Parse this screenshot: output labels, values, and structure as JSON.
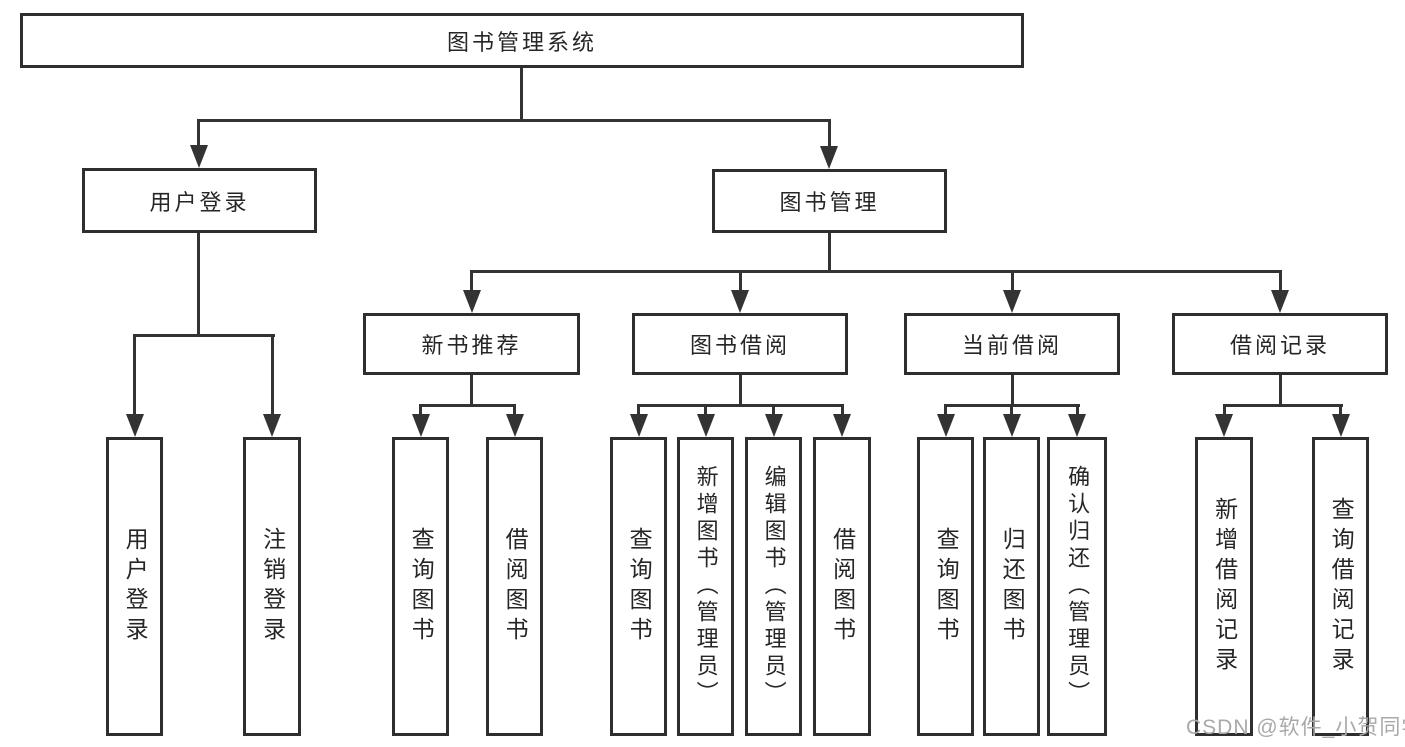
{
  "tree": {
    "root": {
      "label": "图书管理系统",
      "children": [
        {
          "label": "用户登录",
          "children": [
            {
              "label": "用户登录"
            },
            {
              "label": "注销登录"
            }
          ]
        },
        {
          "label": "图书管理",
          "children": [
            {
              "label": "新书推荐",
              "children": [
                {
                  "label": "查询图书"
                },
                {
                  "label": "借阅图书"
                }
              ]
            },
            {
              "label": "图书借阅",
              "children": [
                {
                  "label": "查询图书"
                },
                {
                  "label": "新增图书（管理员）"
                },
                {
                  "label": "编辑图书（管理员）"
                },
                {
                  "label": "借阅图书"
                }
              ]
            },
            {
              "label": "当前借阅",
              "children": [
                {
                  "label": "查询图书"
                },
                {
                  "label": "归还图书"
                },
                {
                  "label": "确认归还（管理员）"
                }
              ]
            },
            {
              "label": "借阅记录",
              "children": [
                {
                  "label": "新增借阅记录"
                },
                {
                  "label": "查询借阅记录"
                }
              ]
            }
          ]
        }
      ]
    }
  },
  "watermark": {
    "text": "CSDN @软件_小贺同学"
  },
  "colors": {
    "line": "#333333",
    "box_border": "#2e2e2e",
    "text": "#262626",
    "watermark": "#a9a9a9",
    "background": "#ffffff"
  }
}
